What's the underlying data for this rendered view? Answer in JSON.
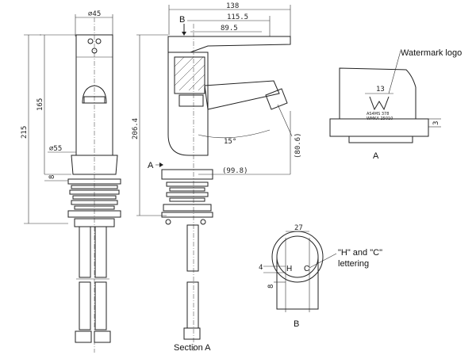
{
  "dimensions": {
    "d45": "45",
    "d165": "165",
    "d215": "215",
    "d55": "55",
    "d8": "8",
    "d138": "138",
    "d115": "115.5",
    "d89": "89.5",
    "d206": "206.4",
    "d15deg": "15°",
    "d99": "(99.8)",
    "d80": "(80.6)",
    "d27": "27",
    "d4": "4",
    "d8b": "8",
    "d13": "13",
    "d3": "3"
  },
  "labels": {
    "b_top": "B",
    "a_left": "A",
    "section_a": "Section A",
    "b_bottom": "B",
    "a_detail": "A",
    "watermark": "Watermark logo",
    "hc_lettering_1": "\"H\" and \"C\"",
    "hc_lettering_2": "lettering",
    "h_letter": "H",
    "c_letter": "C",
    "logo_line_1": "AS4MS 378",
    "logo_line_2": "WMKA 25010"
  }
}
